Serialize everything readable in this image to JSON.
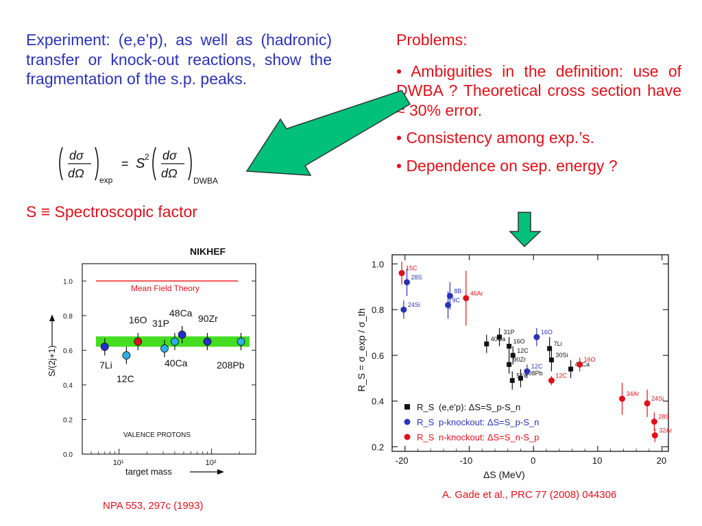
{
  "left": {
    "intro": "Experiment: (e,e’p), as well as (hadronic) transfer or knock-out reactions, show the fragmentation of the s.p. peaks.",
    "formula_alt": "(dσ/dΩ)exp = S² (dσ/dΩ)DWBA",
    "formula": {
      "frac_num": "dσ",
      "frac_den": "dΩ",
      "sub_exp": "exp",
      "eq": "=",
      "s": "S",
      "sq": "2",
      "sub_dwba": "DWBA"
    },
    "spectroscopic": "S ≡ Spectroscopic factor",
    "citation": "NPA 553, 297c (1993)"
  },
  "right": {
    "problems_title": "Problems:",
    "bullets": [
      "• Ambiguities in the definition: use of DWBA ? Theoretical cross section have ≈ 30% error.",
      "• Consistency among exp.’s.",
      "• Dependence on sep. energy ?"
    ],
    "citation": "A. Gade et al., PRC 77 (2008) 044306"
  },
  "colors": {
    "blue": "#2a33b8",
    "red": "#e0101a",
    "arrow_green": "#00c07a",
    "band_green": "#44dd22"
  },
  "chart_data": [
    {
      "type": "scatter",
      "header": "NIKHEF",
      "xlabel": "target mass",
      "ylabel": "S/(2j+1)",
      "xscale": "log",
      "xlim": [
        4,
        300
      ],
      "ylim": [
        0.0,
        1.1
      ],
      "yticks": [
        "0.0",
        "0.2",
        "0.4",
        "0.6",
        "0.8",
        "1.0"
      ],
      "xticks": [
        "10¹",
        "10²"
      ],
      "mean_field_label": "Mean Field Theory",
      "mean_field_value": 1.0,
      "band": [
        0.62,
        0.68
      ],
      "footer": "VALENCE PROTONS",
      "points": [
        {
          "label": "⁷Li",
          "x": 7,
          "y": 0.62,
          "err": 0.05,
          "color": "#2330c8"
        },
        {
          "label": "¹²C",
          "x": 12,
          "y": 0.57,
          "err": 0.05,
          "color": "#2aaee6"
        },
        {
          "label": "¹⁶O",
          "x": 16,
          "y": 0.65,
          "err": 0.05,
          "color": "#e0101a"
        },
        {
          "label": "³¹P",
          "x": 31,
          "y": 0.61,
          "err": 0.05,
          "color": "#2aaee6"
        },
        {
          "label": "⁴⁰Ca",
          "x": 40,
          "y": 0.65,
          "err": 0.05,
          "color": "#2aaee6"
        },
        {
          "label": "⁴⁸Ca",
          "x": 48,
          "y": 0.69,
          "err": 0.05,
          "color": "#2330c8"
        },
        {
          "label": "⁹⁰Zr",
          "x": 90,
          "y": 0.65,
          "err": 0.05,
          "color": "#2330c8"
        },
        {
          "label": "²⁰⁸Pb",
          "x": 208,
          "y": 0.65,
          "err": 0.05,
          "color": "#2aaee6"
        }
      ],
      "labels": {
        "li": "7Li",
        "c": "12C",
        "o": "16O",
        "p": "31P",
        "ca48": "48Ca",
        "zr": "90Zr",
        "ca40": "40Ca",
        "pb": "208Pb"
      }
    },
    {
      "type": "scatter",
      "xlabel": "ΔS (MeV)",
      "ylabel": "R_S = σ_exp / σ_th",
      "xlim": [
        -22,
        21
      ],
      "ylim": [
        0.18,
        1.04
      ],
      "xticks": [
        -20,
        -10,
        0,
        10,
        20
      ],
      "yticks": [
        "0.2",
        "0.4",
        "0.6",
        "0.8",
        "1.0"
      ],
      "legend": [
        {
          "sym": "R_S",
          "text": "(e,e'p): ΔS=S_p-S_n",
          "color": "#111111",
          "shape": "square"
        },
        {
          "sym": "R_S",
          "text": "p-knockout: ΔS=S_p-S_n",
          "color": "#2a33b8",
          "shape": "circle"
        },
        {
          "sym": "R_S",
          "text": "n-knockout: ΔS=S_n-S_p",
          "color": "#e0101a",
          "shape": "circle"
        }
      ],
      "series": [
        {
          "name": "(e,e'p)",
          "points": [
            {
              "label": "40Ca",
              "x": -7.3,
              "y": 0.65,
              "err": 0.04
            },
            {
              "label": "31P",
              "x": -5.3,
              "y": 0.68,
              "err": 0.04
            },
            {
              "label": "16O",
              "x": -3.8,
              "y": 0.64,
              "err": 0.04
            },
            {
              "label": "12C",
              "x": -3.2,
              "y": 0.6,
              "err": 0.04
            },
            {
              "label": "90Zr",
              "x": -3.8,
              "y": 0.56,
              "err": 0.04
            },
            {
              "label": "51V",
              "x": -3.3,
              "y": 0.49,
              "err": 0.04
            },
            {
              "label": "208Pb",
              "x": -2.0,
              "y": 0.5,
              "err": 0.04
            },
            {
              "label": "30Si",
              "x": 2.8,
              "y": 0.58,
              "err": 0.05
            },
            {
              "label": "7Li",
              "x": 2.5,
              "y": 0.63,
              "err": 0.05
            },
            {
              "label": "48Ca",
              "x": 5.8,
              "y": 0.54,
              "err": 0.04
            }
          ]
        },
        {
          "name": "p-knockout",
          "points": [
            {
              "label": "24Si",
              "x": -20.2,
              "y": 0.8,
              "err": 0.04
            },
            {
              "label": "28S",
              "x": -19.7,
              "y": 0.92,
              "err": 0.06
            },
            {
              "label": "8B",
              "x": -13.0,
              "y": 0.86,
              "err": 0.06
            },
            {
              "label": "9C",
              "x": -13.3,
              "y": 0.82,
              "err": 0.06
            },
            {
              "label": "16O",
              "x": 0.5,
              "y": 0.68,
              "err": 0.04
            },
            {
              "label": "12C",
              "x": -1.0,
              "y": 0.53,
              "err": 0.03
            }
          ]
        },
        {
          "name": "n-knockout",
          "points": [
            {
              "label": "15C",
              "x": -20.5,
              "y": 0.96,
              "err": 0.05
            },
            {
              "label": "46Ar",
              "x": -10.5,
              "y": 0.85,
              "err": 0.12
            },
            {
              "label": "12C",
              "x": 2.8,
              "y": 0.49,
              "err": 0.02
            },
            {
              "label": "16O",
              "x": 7.2,
              "y": 0.56,
              "err": 0.03
            },
            {
              "label": "34Ar",
              "x": 13.8,
              "y": 0.41,
              "err": 0.07
            },
            {
              "label": "24Si",
              "x": 17.7,
              "y": 0.39,
              "err": 0.06
            },
            {
              "label": "28S",
              "x": 18.8,
              "y": 0.31,
              "err": 0.04
            },
            {
              "label": "32Ar",
              "x": 18.9,
              "y": 0.25,
              "err": 0.03
            }
          ]
        }
      ]
    }
  ]
}
